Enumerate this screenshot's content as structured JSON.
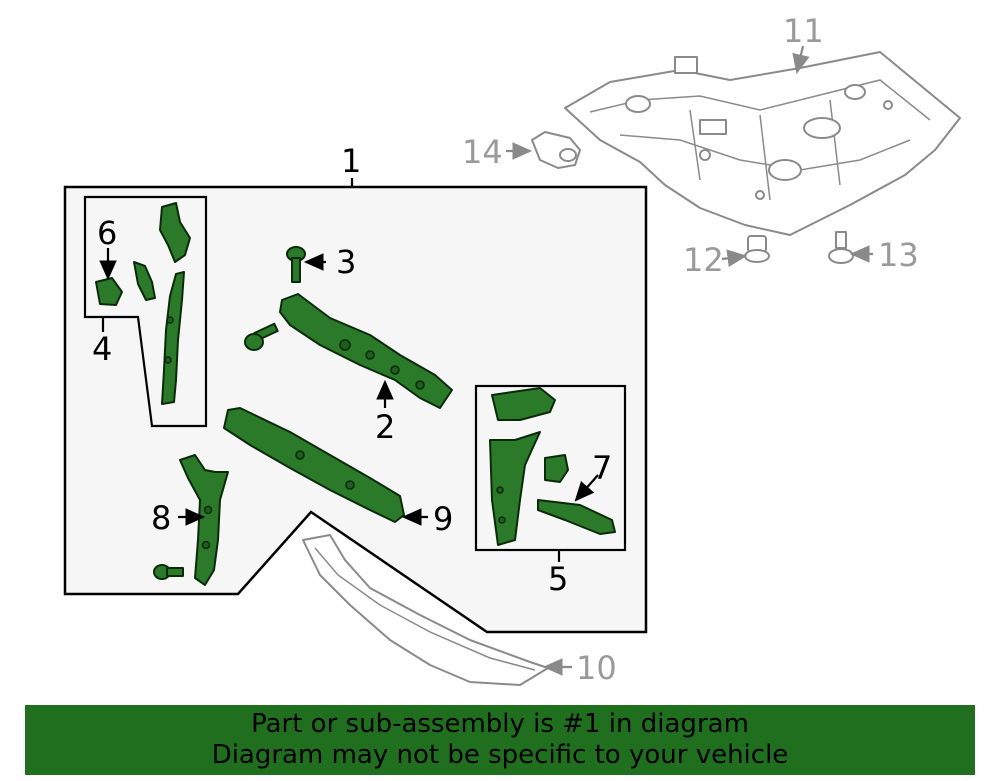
{
  "callouts": {
    "c1": "1",
    "c2": "2",
    "c3": "3",
    "c4": "4",
    "c5": "5",
    "c6": "6",
    "c7": "7",
    "c8": "8",
    "c9": "9",
    "c10": "10",
    "c11": "11",
    "c12": "12",
    "c13": "13",
    "c14": "14"
  },
  "colors": {
    "part_fill": "#2a7a2a",
    "ghost_stroke": "#8a8a8a",
    "banner_bg": "#1f6f1f",
    "box_fill": "#f6f6f6"
  },
  "banner": {
    "line1": "Part or sub-assembly is #1 in diagram",
    "line2": "Diagram may not be specific to your vehicle"
  }
}
